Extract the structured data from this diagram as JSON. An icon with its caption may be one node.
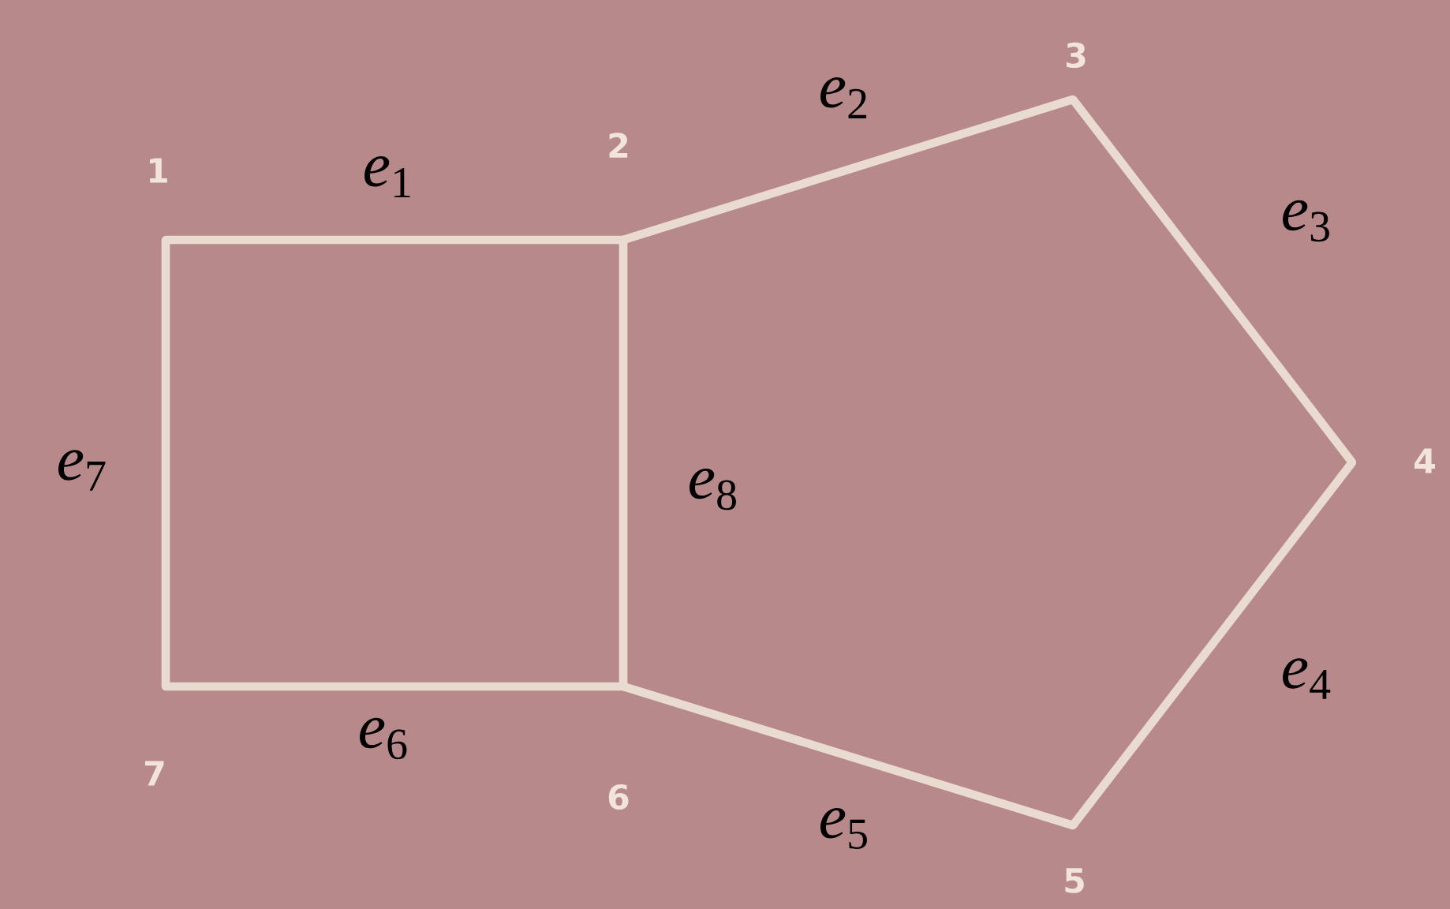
{
  "diagram": {
    "nodes": [
      {
        "text": [
          "1"
        ]
      },
      {
        "text": [
          "2"
        ]
      },
      {
        "text": [
          "3"
        ]
      },
      {
        "text": [
          "4"
        ]
      },
      {
        "text": [
          "5"
        ]
      },
      {
        "text": [
          "6"
        ]
      },
      {
        "text": [
          "7"
        ]
      }
    ],
    "edges": [
      {
        "from": 0,
        "to": 1,
        "arrow": "none",
        "label": "*e*$_{1}$"
      },
      {
        "from": 1,
        "to": 2,
        "arrow": "none",
        "label": "*e*$_{2}$"
      },
      {
        "from": 2,
        "to": 3,
        "arrow": "none",
        "label": "*e*$_{3}$"
      },
      {
        "from": 3,
        "to": 4,
        "arrow": "none",
        "label": "*e*$_{4}$"
      },
      {
        "from": 4,
        "to": 5,
        "arrow": "none",
        "label": "*e*$_{5}$"
      },
      {
        "from": 5,
        "to": 6,
        "arrow": "none",
        "label": "*e*$_{6}$"
      },
      {
        "from": 6,
        "to": 0,
        "arrow": "none",
        "label": "*e*$_{7}$"
      },
      {
        "from": 1,
        "to": 5,
        "arrow": "none",
        "label": "*e*$_{8}$"
      }
    ]
  }
}
